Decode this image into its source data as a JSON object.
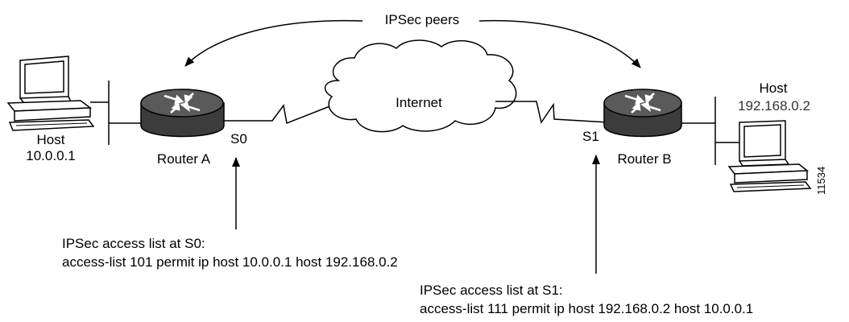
{
  "colors": {
    "stroke": "#000000",
    "router_dark": "#3c3c3c",
    "router_top": "#5a5a5a",
    "cloud_fill": "#ffffff"
  },
  "labels": {
    "ipsec_peers": "IPSec peers",
    "internet": "Internet",
    "host_left": "Host",
    "host_left_ip": "10.0.0.1",
    "router_a": "Router A",
    "iface_s0": "S0",
    "iface_s1": "S1",
    "router_b": "Router B",
    "host_right": "Host",
    "host_right_ip": "192.168.0.2",
    "figure_id": "11534"
  },
  "acl_s0": {
    "title": "IPSec access list at S0:",
    "command": "access-list 101 permit ip host 10.0.0.1 host 192.168.0.2"
  },
  "acl_s1": {
    "title": "IPSec access list at S1:",
    "command": "access-list 111 permit ip host 192.168.0.2 host 10.0.0.1"
  },
  "icons": [
    "host-computer-icon",
    "router-icon",
    "internet-cloud-icon"
  ]
}
